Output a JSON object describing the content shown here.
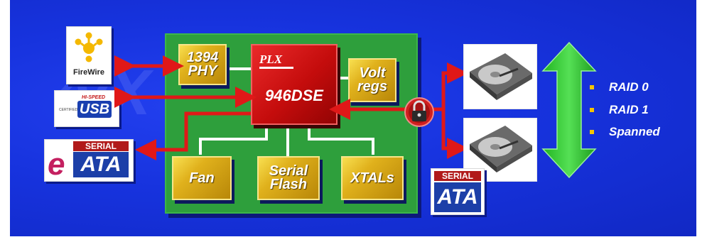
{
  "logos": {
    "firewire": "FireWire",
    "usb_top": "HI-SPEED",
    "usb_small": "CERTIFIED",
    "usb": "USB",
    "esata_serial": "SERIAL",
    "esata_ata": "ATA",
    "esata_e": "e",
    "sata_serial": "SERIAL",
    "sata_ata": "ATA"
  },
  "chips": {
    "cpu": "946DSE",
    "plx": "PLX",
    "phy": [
      "1394",
      "PHY"
    ],
    "volt": [
      "Volt",
      "regs"
    ],
    "fan": "Fan",
    "flash": [
      "Serial",
      "Flash"
    ],
    "xtal": "XTALs"
  },
  "raid_modes": [
    "RAID 0",
    "RAID 1",
    "Spanned"
  ],
  "colors": {
    "background": "#1733de",
    "board": "#2e9f3c",
    "chip_gold": "#e0b11c",
    "cpu_red": "#c40c0c",
    "arrow_red": "#e01818",
    "arrow_green": "#33cc33",
    "bullet": "#f5c400"
  },
  "icons": {
    "lock": "padlock-icon",
    "disk": "hard-drive-icon"
  }
}
